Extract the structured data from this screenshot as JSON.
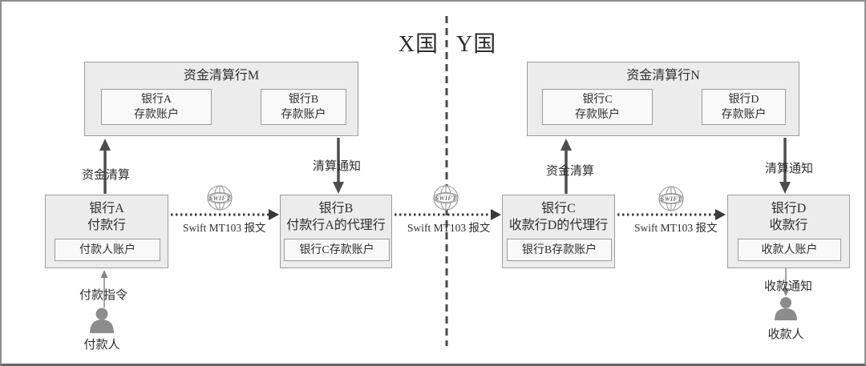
{
  "header": {
    "country_left": "X国",
    "country_right": "Y国"
  },
  "clearing_m": {
    "title": "资金清算行M",
    "account_left_line1": "银行A",
    "account_left_line2": "存款账户",
    "account_right_line1": "银行B",
    "account_right_line2": "存款账户"
  },
  "clearing_n": {
    "title": "资金清算行N",
    "account_left_line1": "银行C",
    "account_left_line2": "存款账户",
    "account_right_line1": "银行D",
    "account_right_line2": "存款账户"
  },
  "banks": {
    "a": {
      "line1": "银行A",
      "line2": "付款行",
      "account": "付款人账户"
    },
    "b": {
      "line1": "银行B",
      "line2": "付款行A的代理行",
      "account": "银行C存款账户"
    },
    "c": {
      "line1": "银行C",
      "line2": "收款行D的代理行",
      "account": "银行B存款账户"
    },
    "d": {
      "line1": "银行D",
      "line2": "收款行",
      "account": "收款人账户"
    }
  },
  "flow_labels": {
    "funds_clearing_left": "资金清算",
    "clearing_notice_left": "清算通知",
    "funds_clearing_right": "资金清算",
    "clearing_notice_right": "清算通知",
    "swift_message_ab": "Swift MT103 报文",
    "swift_message_bc": "Swift MT103 报文",
    "swift_message_cd": "Swift MT103 报文",
    "payment_order": "付款指令",
    "receipt_notice": "收款通知"
  },
  "actors": {
    "payer": "付款人",
    "payee": "收款人"
  },
  "icons": {
    "swift_label": "SWIFT"
  },
  "colors": {
    "box_fill": "#ececec",
    "inner_fill": "#f9f9f9",
    "box_border": "#9c9c9c",
    "text": "#2e2e2e",
    "arrow": "#4d4d4d",
    "dotted_arrow": "#3a3a3a",
    "divider": "#4a4a4a",
    "person": "#8c8c8c",
    "globe_stroke": "#9a9a9a",
    "thin_arrow": "#848484",
    "frame_border": "#8f8f8f"
  }
}
